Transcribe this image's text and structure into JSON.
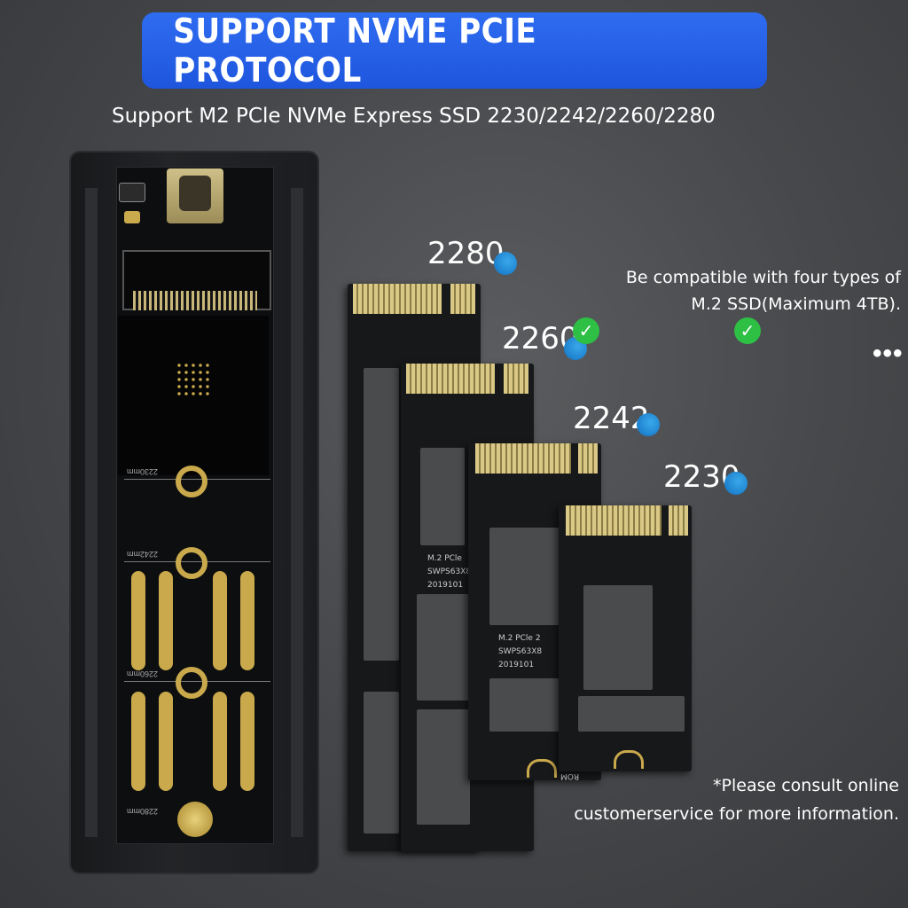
{
  "banner": {
    "title": "SUPPORT  NVME PCIE  PROTOCOL",
    "color": "#2563eb"
  },
  "subtitle": "Support M2 PCle NVMe Express  SSD 2230/2242/2260/2280",
  "sizes": {
    "s2280": "2280",
    "s2260": "2260",
    "s2242": "2242",
    "s2230": "2230"
  },
  "enclosure_marks": {
    "m2230": "2230mm",
    "m2242": "2242mm",
    "m2260": "2260mm",
    "m2280": "2280mm"
  },
  "ssd_print": {
    "line1": "M.2 PCle",
    "line2": "SWPS63X8",
    "line3": "2019101",
    "line1b": "M.2 PCle 2",
    "line2b": "SWPS63X8",
    "line3b": "2019101",
    "bottom": "ROM"
  },
  "compatibility": {
    "line1": "Be compatible with four types of",
    "line2": "M.2 SSD(Maximum 4TB)."
  },
  "more": "•••",
  "note": {
    "line1": "*Please consult online",
    "line2": "customerservice for more information."
  },
  "icons": {
    "check": "check-icon",
    "dot": "blue-dot-icon"
  }
}
